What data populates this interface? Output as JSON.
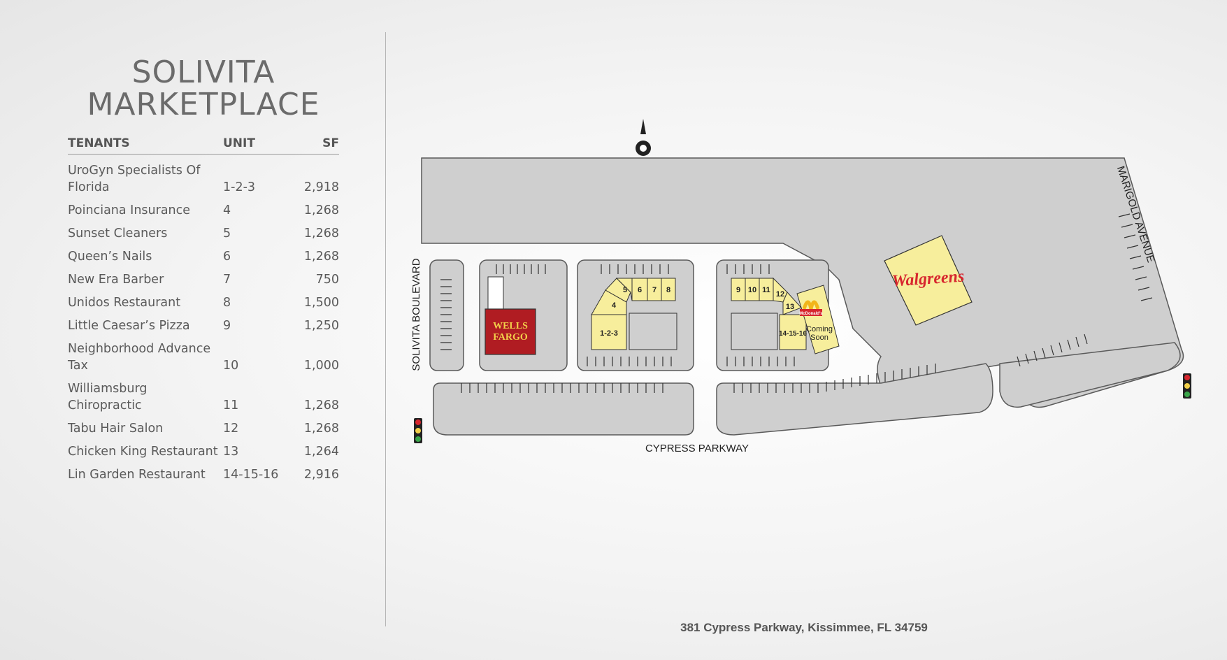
{
  "title": {
    "line1": "SOLIVITA",
    "line2": "MARKETPLACE"
  },
  "table": {
    "headers": {
      "tenants": "TENANTS",
      "unit": "UNIT",
      "sf": "SF"
    },
    "rows": [
      {
        "name": "UroGyn Specialists Of Florida",
        "unit": "1-2-3",
        "sf": "2,918"
      },
      {
        "name": "Poinciana Insurance",
        "unit": "4",
        "sf": "1,268"
      },
      {
        "name": "Sunset Cleaners",
        "unit": "5",
        "sf": "1,268"
      },
      {
        "name": "Queen’s Nails",
        "unit": "6",
        "sf": "1,268"
      },
      {
        "name": "New Era Barber",
        "unit": "7",
        "sf": "750"
      },
      {
        "name": "Unidos Restaurant",
        "unit": "8",
        "sf": "1,500"
      },
      {
        "name": "Little Caesar’s Pizza",
        "unit": "9",
        "sf": "1,250"
      },
      {
        "name": "Neighborhood Advance Tax",
        "unit": "10",
        "sf": "1,000"
      },
      {
        "name": "Williamsburg Chiropractic",
        "unit": "11",
        "sf": "1,268"
      },
      {
        "name": "Tabu Hair Salon",
        "unit": "12",
        "sf": "1,268"
      },
      {
        "name": "Chicken King Restaurant",
        "unit": "13",
        "sf": "1,264"
      },
      {
        "name": "Lin Garden Restaurant",
        "unit": "14-15-16",
        "sf": "2,916"
      }
    ]
  },
  "map": {
    "north_label": "N",
    "roads": {
      "west": "SOLIVITA BOULEVARD",
      "south": "CYPRESS PARKWAY",
      "east": "MARIGOLD AVENUE"
    },
    "units": {
      "u123": "1-2-3",
      "u4": "4",
      "u5": "5",
      "u6": "6",
      "u7": "7",
      "u8": "8",
      "u9": "9",
      "u10": "10",
      "u11": "11",
      "u12": "12",
      "u13": "13",
      "u141516": "14-15-16"
    },
    "anchors": {
      "bank_line1": "WELLS",
      "bank_line2": "FARGO",
      "pharmacy": "Walgreens",
      "restaurant_logo_text": "McDonald's",
      "restaurant_status_line1": "Coming",
      "restaurant_status_line2": "Soon"
    },
    "colors": {
      "pavement": "#cfcfcf",
      "building": "#f7ee9c",
      "bank": "#b01c22",
      "pharmacy_text": "#d7262e",
      "arches": "#f2b51b"
    }
  },
  "address": "381 Cypress Parkway, Kissimmee, FL 34759"
}
